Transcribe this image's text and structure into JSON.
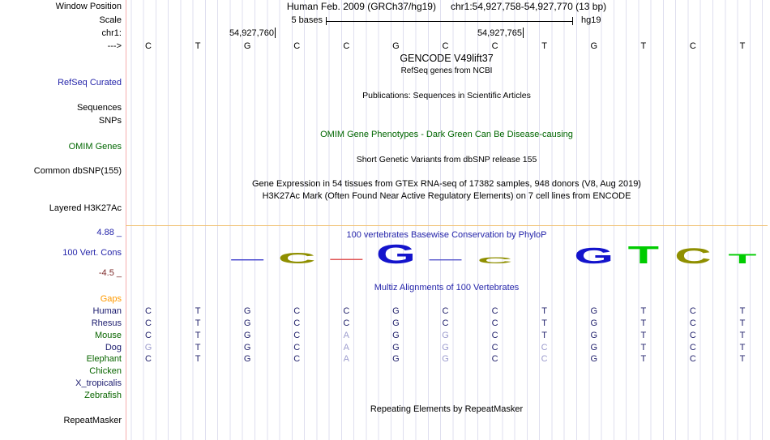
{
  "header": {
    "assembly": "Human Feb. 2009 (GRCh37/hg19)",
    "position": "chr1:54,927,758-54,927,770 (13 bp)",
    "scale_value": "5 bases",
    "genome": "hg19",
    "chrom": "chr1:",
    "strand": "--->",
    "coord_left": "54,927,760",
    "coord_right": "54,927,765"
  },
  "labels": {
    "window_position": "Window Position",
    "scale": "Scale",
    "refseq_curated": "RefSeq Curated",
    "sequences": "Sequences",
    "snps": "SNPs",
    "omim_genes": "OMIM Genes",
    "common_dbsnp": "Common dbSNP(155)",
    "layered_h3k27ac": "Layered H3K27Ac",
    "cons_max": "4.88 _",
    "vert_cons": "100 Vert. Cons",
    "cons_min": "-4.5 _",
    "repeatmasker": "RepeatMasker"
  },
  "tracks": {
    "gencode_title": "GENCODE V49lift37",
    "refseq_sub": "RefSeq genes from NCBI",
    "publications": "Publications: Sequences in Scientific Articles",
    "omim_line": "OMIM Gene Phenotypes - Dark Green Can Be Disease-causing",
    "dbsnp_line": "Short Genetic Variants from dbSNP release 155",
    "gtex_line": "Gene Expression in 54 tissues from GTEx RNA-seq of 17382 samples, 948 donors (V8, Aug 2019)",
    "h3k27ac_line": "H3K27Ac Mark (Often Found Near Active Regulatory Elements) on 7 cell lines from ENCODE",
    "phylop_line": "100 vertebrates Basewise Conservation by PhyloP",
    "multiz_line": "Multiz Alignments of 100 Vertebrates",
    "repeat_line": "Repeating Elements by RepeatMasker"
  },
  "sequence": {
    "bases": [
      "C",
      "T",
      "G",
      "C",
      "C",
      "G",
      "C",
      "C",
      "T",
      "G",
      "T",
      "C",
      "T"
    ]
  },
  "phylop": {
    "glyphs": [
      {
        "col": 2,
        "base": "G",
        "color": "#3a3acc",
        "height": 2,
        "width": 40
      },
      {
        "col": 3,
        "base": "C",
        "color": "#8f8f00",
        "height": 13,
        "width": 45
      },
      {
        "col": 4,
        "base": "A",
        "color": "#e05555",
        "height": 3,
        "width": 40
      },
      {
        "col": 5,
        "base": "G",
        "color": "#1414cc",
        "height": 24,
        "width": 44
      },
      {
        "col": 6,
        "base": "C",
        "color": "#5555cc",
        "height": 2,
        "width": 40
      },
      {
        "col": 7,
        "base": "C",
        "color": "#8f8f00",
        "height": 8,
        "width": 42
      },
      {
        "col": 9,
        "base": "G",
        "color": "#1414cc",
        "height": 20,
        "width": 44
      },
      {
        "col": 10,
        "base": "T",
        "color": "#00cc00",
        "height": 22,
        "width": 44
      },
      {
        "col": 11,
        "base": "C",
        "color": "#8f8f00",
        "height": 19,
        "width": 44
      },
      {
        "col": 12,
        "base": "T",
        "color": "#00cc00",
        "height": 12,
        "width": 40
      }
    ]
  },
  "alignment": {
    "species": [
      {
        "name": "Gaps",
        "color_class": "orange",
        "bases": [],
        "mismatch": []
      },
      {
        "name": "Human",
        "color_class": "navy",
        "bases": [
          "C",
          "T",
          "G",
          "C",
          "C",
          "G",
          "C",
          "C",
          "T",
          "G",
          "T",
          "C",
          "T"
        ],
        "mismatch": []
      },
      {
        "name": "Rhesus",
        "color_class": "navy",
        "bases": [
          "C",
          "T",
          "G",
          "C",
          "C",
          "G",
          "C",
          "C",
          "T",
          "G",
          "T",
          "C",
          "T"
        ],
        "mismatch": []
      },
      {
        "name": "Mouse",
        "color_class": "green",
        "bases": [
          "C",
          "T",
          "G",
          "C",
          "A",
          "G",
          "G",
          "C",
          "T",
          "G",
          "T",
          "C",
          "T"
        ],
        "mismatch": [
          4,
          6
        ]
      },
      {
        "name": "Dog",
        "color_class": "navy",
        "bases": [
          "G",
          "T",
          "G",
          "C",
          "A",
          "G",
          "G",
          "C",
          "C",
          "G",
          "T",
          "C",
          "T"
        ],
        "mismatch": [
          0,
          4,
          6,
          8
        ]
      },
      {
        "name": "Elephant",
        "color_class": "green",
        "bases": [
          "C",
          "T",
          "G",
          "C",
          "A",
          "G",
          "G",
          "C",
          "C",
          "G",
          "T",
          "C",
          "T"
        ],
        "mismatch": [
          4,
          6,
          8
        ]
      },
      {
        "name": "Chicken",
        "color_class": "green",
        "bases": [],
        "mismatch": []
      },
      {
        "name": "X_tropicalis",
        "color_class": "navy",
        "bases": [],
        "mismatch": []
      },
      {
        "name": "Zebrafish",
        "color_class": "green",
        "bases": [],
        "mismatch": []
      }
    ]
  },
  "colors": {
    "guideline": "#dfdfef",
    "left_border": "#f6adad",
    "h3k27ac_baseline": "#f0c070",
    "track_blue": "#2525aa",
    "track_green": "#006600",
    "limit_maroon": "#7d2b2b",
    "match_base": "#24246e",
    "mismatch_base": "#9c9cce",
    "gaps_orange": "#ff9a00"
  }
}
